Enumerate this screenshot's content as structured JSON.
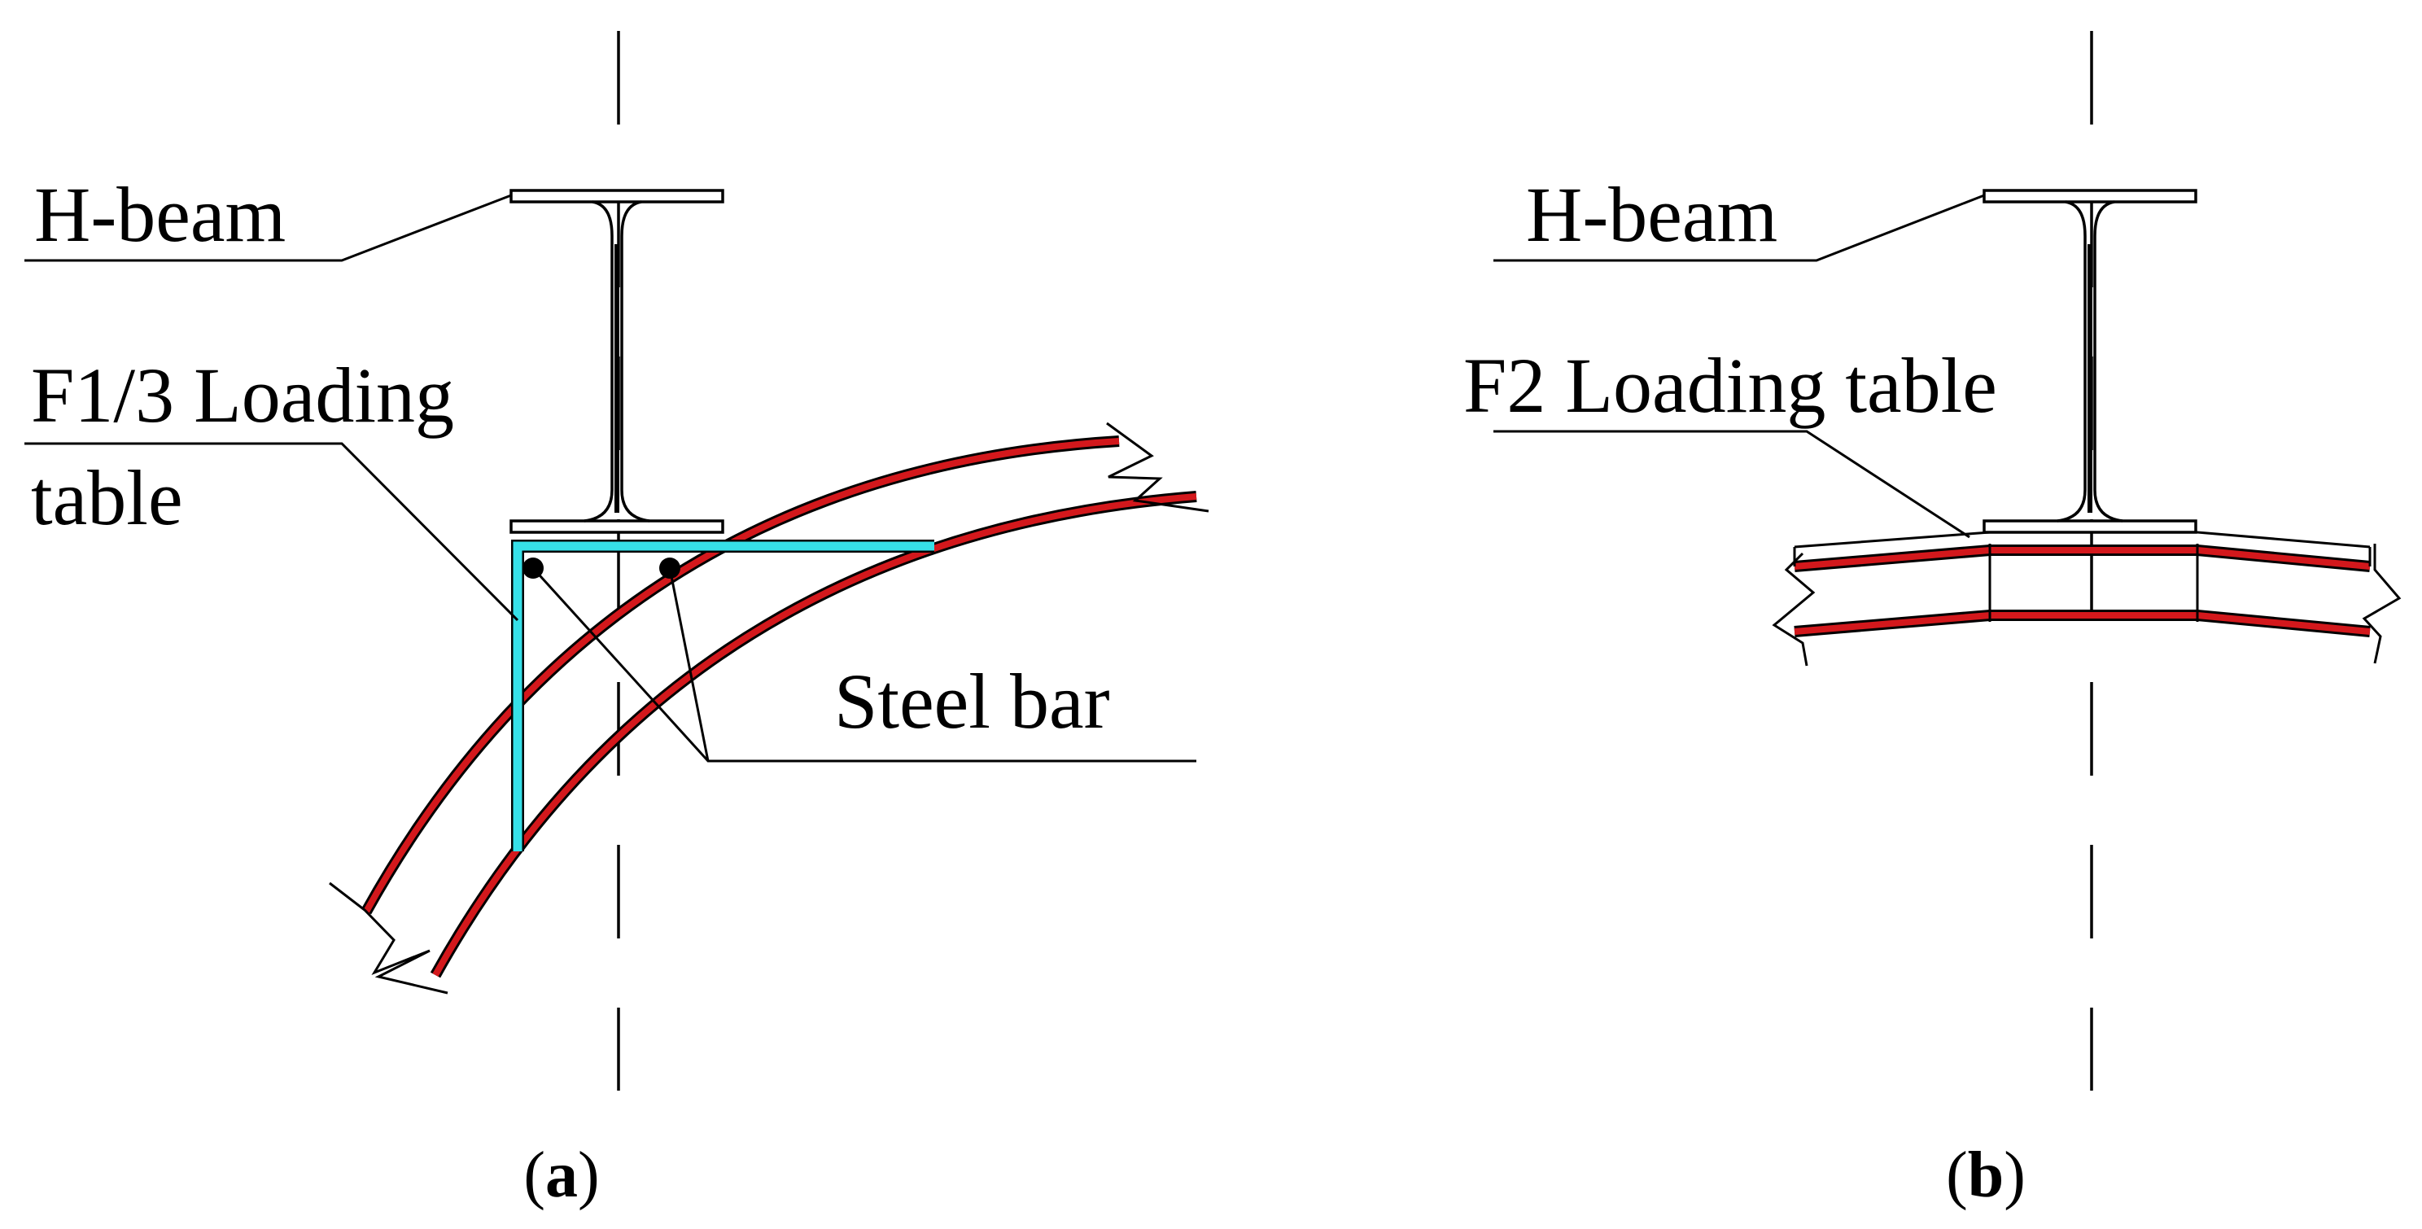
{
  "panels": [
    {
      "id": "a",
      "labels": {
        "hbeam": "H-beam",
        "loading_table_line1": "F1/3 Loading",
        "loading_table_line2": "table",
        "steel_bar": "Steel bar"
      },
      "caption": {
        "open": "(",
        "letter": "a",
        "close": ")"
      }
    },
    {
      "id": "b",
      "labels": {
        "hbeam": "H-beam",
        "loading_table": "F2 Loading table"
      },
      "caption": {
        "open": "(",
        "letter": "b",
        "close": ")"
      }
    }
  ],
  "colors": {
    "rib": "#d3181c",
    "loading_table": "#36e0e8",
    "line": "#000000"
  }
}
